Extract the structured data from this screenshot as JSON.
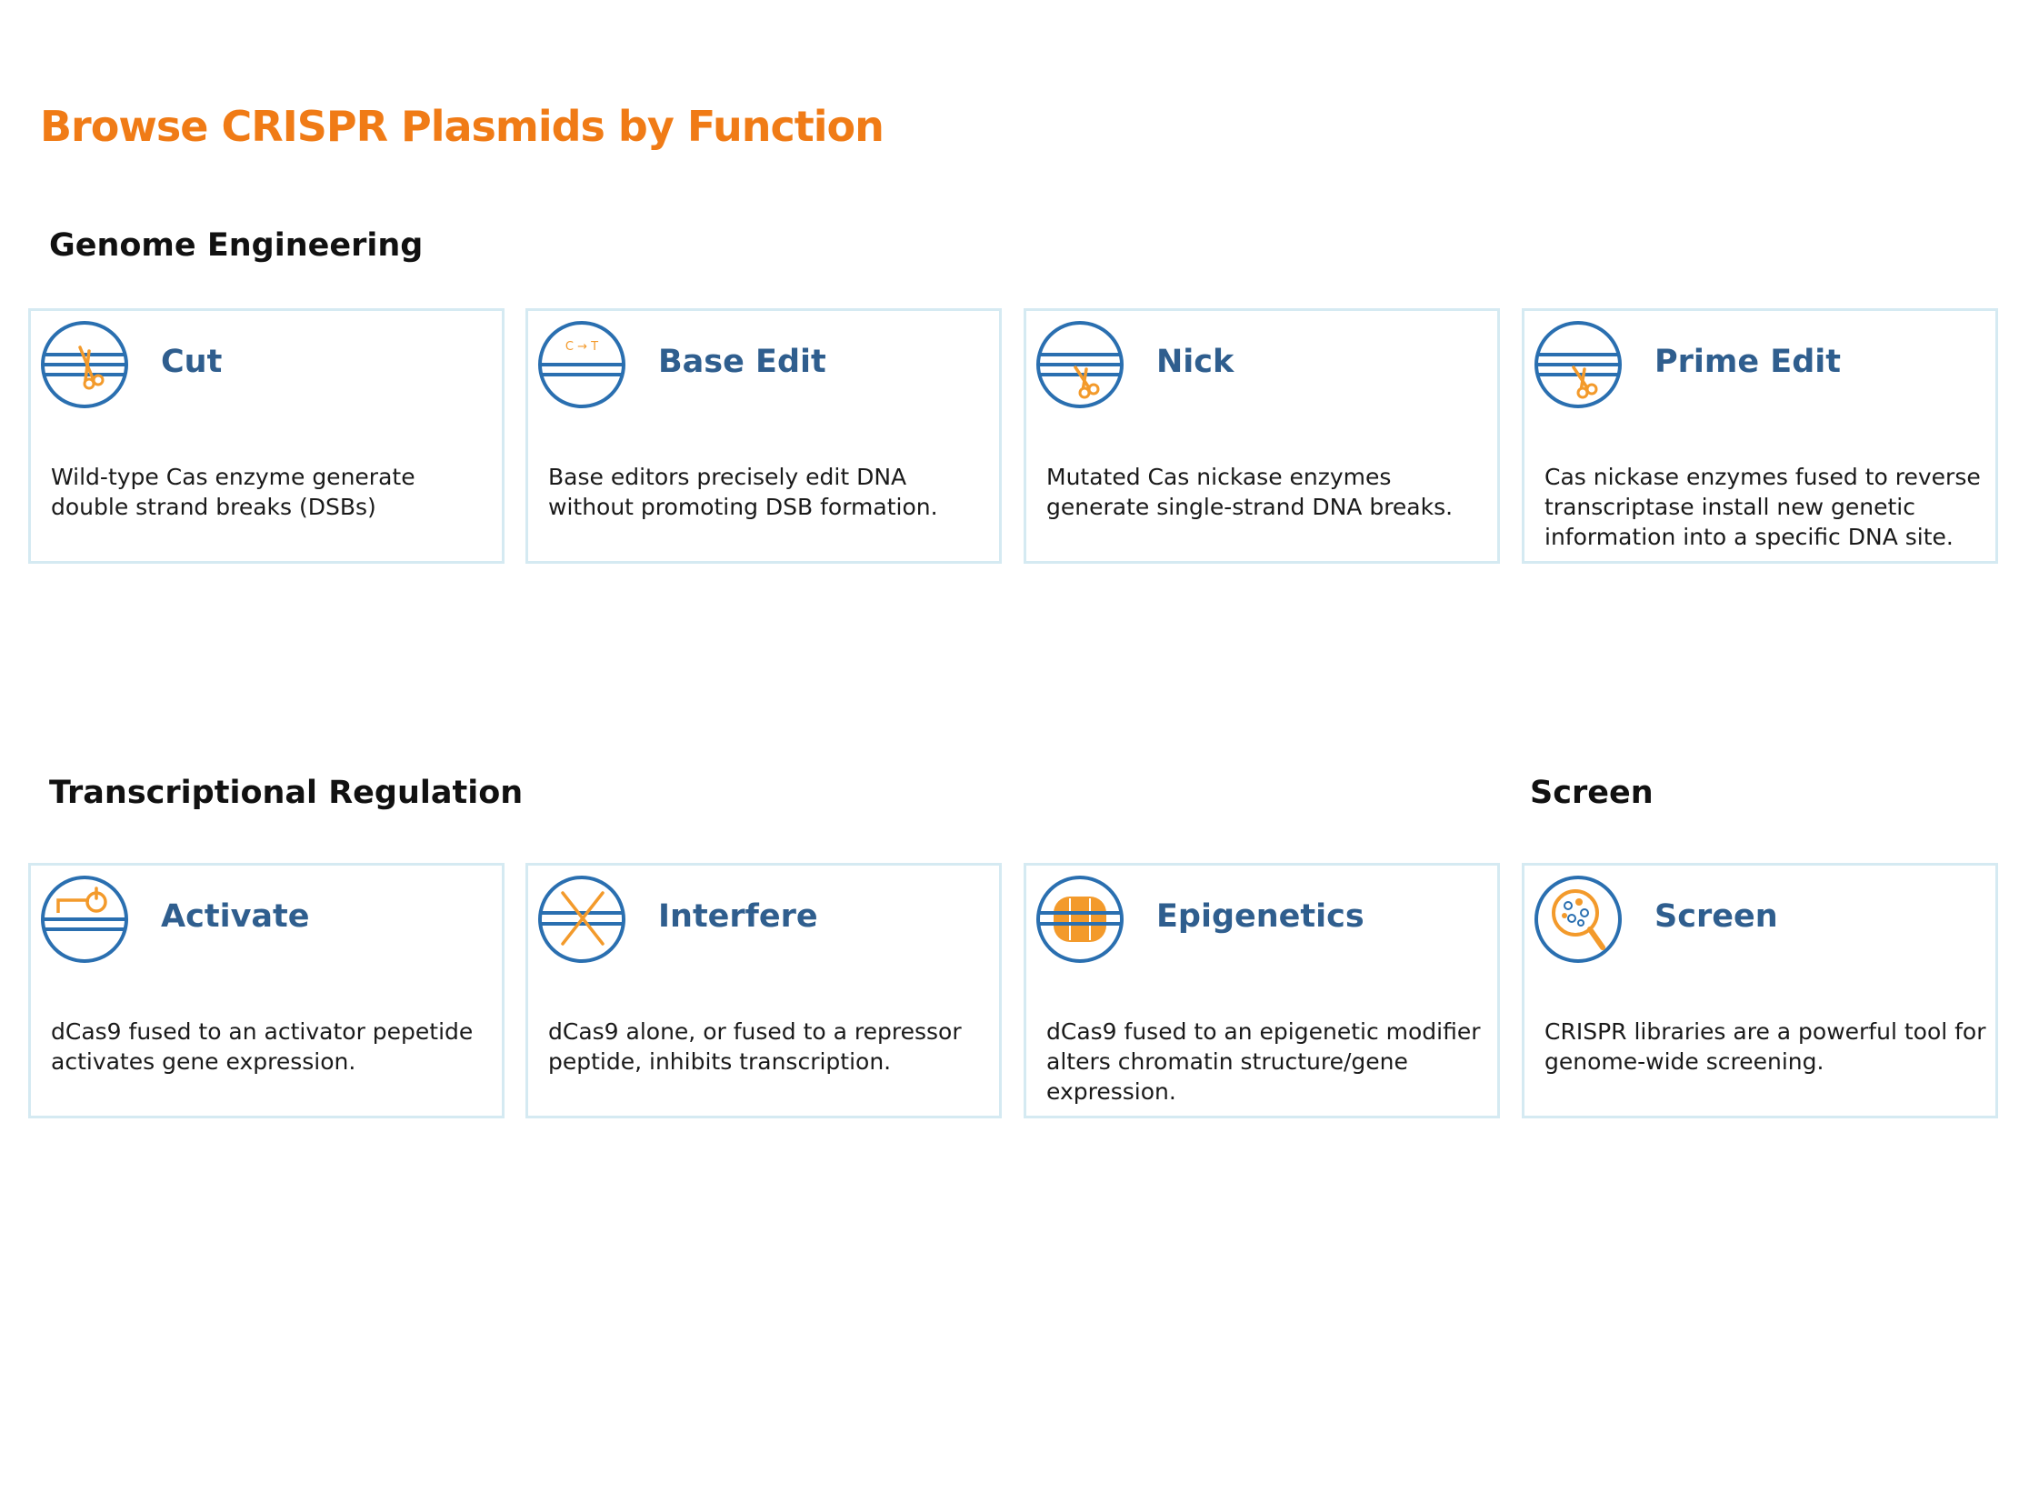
{
  "page": {
    "title": "Browse CRISPR Plasmids by Function"
  },
  "colors": {
    "title_orange": "#f07b16",
    "card_title_blue": "#2f5e8e",
    "icon_blue": "#2a6fb0",
    "icon_orange": "#f39a2b",
    "card_border": "#d5eaf2"
  },
  "sections": {
    "genome": {
      "heading": "Genome Engineering",
      "cards": [
        {
          "title": "Cut",
          "icon": "scissors-dna-cut-icon",
          "description": "Wild-type Cas enzyme generate double strand breaks (DSBs)"
        },
        {
          "title": "Base Edit",
          "icon": "base-edit-c-to-t-icon",
          "icon_label": "C → T",
          "description": "Base editors precisely edit DNA without promoting DSB formation."
        },
        {
          "title": "Nick",
          "icon": "scissors-dna-nick-icon",
          "description": "Mutated Cas nickase enzymes generate single-strand DNA breaks."
        },
        {
          "title": "Prime Edit",
          "icon": "scissors-dna-prime-icon",
          "description": "Cas nickase enzymes fused to reverse transcriptase install new genetic information into a specific DNA site."
        }
      ]
    },
    "transcription": {
      "heading": "Transcriptional Regulation",
      "cards": [
        {
          "title": "Activate",
          "icon": "activate-promoter-arrow-icon",
          "description": "dCas9 fused to an activator pepetide activates gene expression."
        },
        {
          "title": "Interfere",
          "icon": "interfere-cross-icon",
          "description": "dCas9 alone, or fused to a repressor peptide, inhibits transcription."
        },
        {
          "title": "Epigenetics",
          "icon": "nucleosome-epigenetics-icon",
          "description": "dCas9 fused to an epigenetic modifier alters chromatin structure/gene expression."
        }
      ]
    },
    "screen": {
      "heading": "Screen",
      "cards": [
        {
          "title": "Screen",
          "icon": "magnifier-colonies-icon",
          "description": "CRISPR libraries are a powerful tool for genome-wide screening."
        }
      ]
    }
  }
}
